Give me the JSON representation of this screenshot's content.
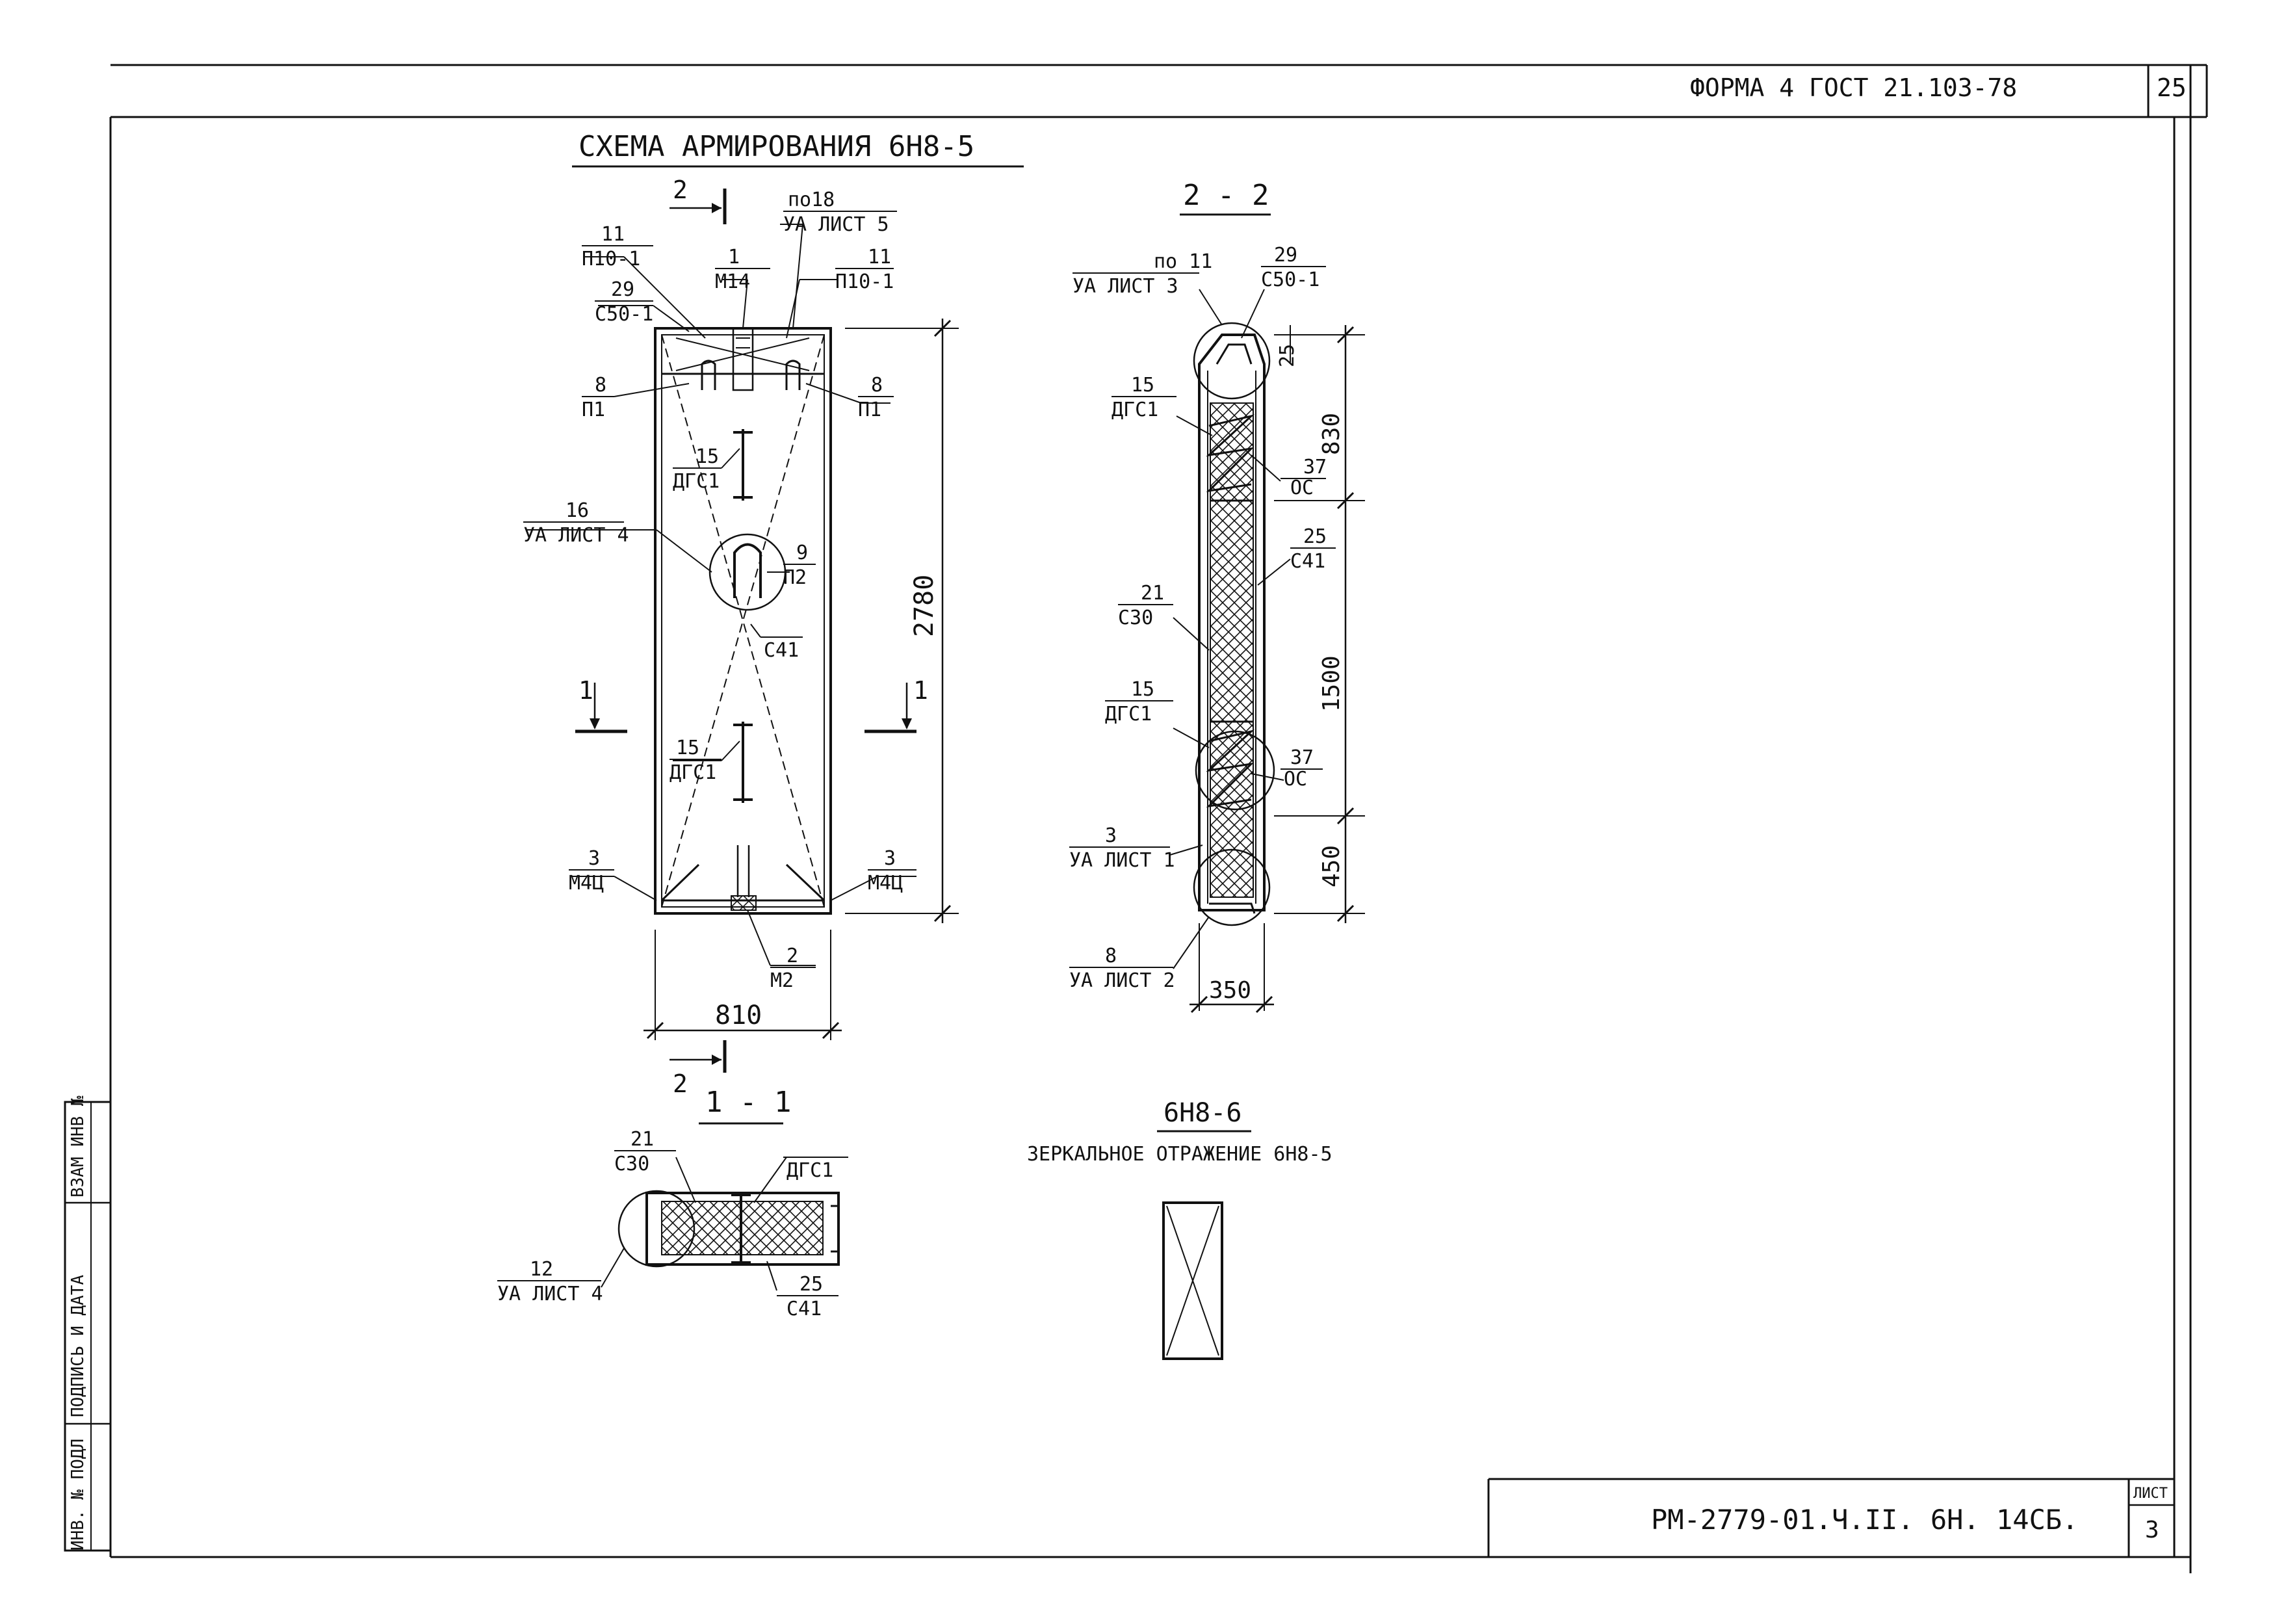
{
  "header": {
    "form_label": "ФОРМА 4  ГОСТ 21.103-78",
    "page_number": "25"
  },
  "main_view": {
    "title": "СХЕМА АРМИРОВАНИЯ 6Н8-5",
    "callouts": [
      {
        "num": "по18",
        "ref": "УА ЛИСТ 5"
      },
      {
        "num": "11",
        "ref": "П10-1"
      },
      {
        "num": "1",
        "ref": "М14"
      },
      {
        "num": "11",
        "ref": "П10-1"
      },
      {
        "num": "29",
        "ref": "С50-1"
      },
      {
        "num": "8",
        "ref": "П1"
      },
      {
        "num": "8",
        "ref": "П1"
      },
      {
        "num": "15",
        "ref": "ДГС1"
      },
      {
        "num": "16",
        "ref": "УА ЛИСТ 4"
      },
      {
        "num": "9",
        "ref": "П2"
      },
      {
        "num": "",
        "ref": "С41"
      },
      {
        "num": "15",
        "ref": "ДГС1"
      },
      {
        "num": "3",
        "ref": "М4Ц"
      },
      {
        "num": "3",
        "ref": "М4Ц"
      },
      {
        "num": "2",
        "ref": "М2"
      }
    ],
    "dim_height": "2780",
    "dim_width": "810",
    "section_2_mark": "2",
    "section_1_mark": "1"
  },
  "section_2_2": {
    "title": "2 - 2",
    "callouts": [
      {
        "num": "по 11",
        "ref": "УА ЛИСТ 3"
      },
      {
        "num": "29",
        "ref": "С50-1"
      },
      {
        "num": "15",
        "ref": "ДГС1"
      },
      {
        "num": "37",
        "ref": "ОС"
      },
      {
        "num": "25",
        "ref": "С41"
      },
      {
        "num": "21",
        "ref": "С30"
      },
      {
        "num": "15",
        "ref": "ДГС1"
      },
      {
        "num": "37",
        "ref": "ОС"
      },
      {
        "num": "3",
        "ref": "УА ЛИСТ 1"
      },
      {
        "num": "8",
        "ref": "УА ЛИСТ 2"
      }
    ],
    "dims": [
      "25",
      "830",
      "1500",
      "450",
      "350"
    ]
  },
  "section_1_1": {
    "title": "1 - 1",
    "callouts": [
      {
        "num": "21",
        "ref": "С30"
      },
      {
        "num": "",
        "ref": "ДГС1"
      },
      {
        "num": "12",
        "ref": "УА ЛИСТ 4"
      },
      {
        "num": "25",
        "ref": "С41"
      }
    ]
  },
  "mirror_note": {
    "title": "6Н8-6",
    "text": "ЗЕРКАЛЬНОЕ ОТРАЖЕНИЕ 6Н8-5"
  },
  "side_stamp": {
    "cells": [
      "ИНВ. № ПОДЛ",
      "ПОДПИСЬ И ДАТА",
      "ВЗАМ ИНВ №"
    ]
  },
  "title_block": {
    "document_code": "РМ-2779-01.Ч.II. 6Н. 14СБ.",
    "sheet_label": "ЛИСТ",
    "sheet_number": "3"
  }
}
